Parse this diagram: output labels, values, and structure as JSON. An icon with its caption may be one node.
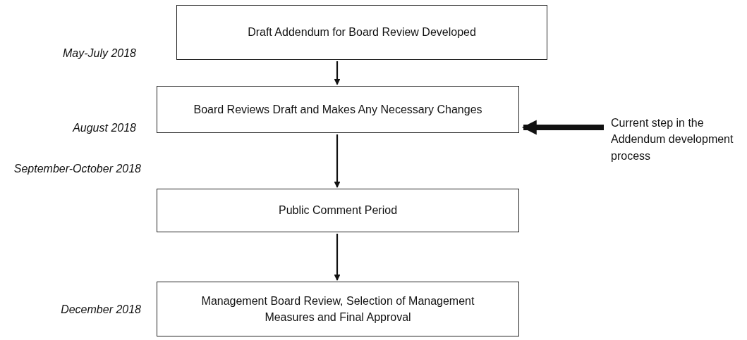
{
  "diagram": {
    "nodes": [
      {
        "text": [
          "Draft Addendum for Board Review Developed"
        ],
        "beside": [
          "May-July 2018"
        ]
      },
      {
        "text": [
          "Board Reviews Draft and Makes Any Necessary Changes"
        ],
        "beside": [
          "August 2018"
        ]
      },
      {
        "text": [
          "Public Comment Period"
        ],
        "beside": [
          "September-October 2018"
        ]
      },
      {
        "text": [
          "Management Board Review, Selection of Management Measures and Final Approval"
        ],
        "beside": [
          "December 2018"
        ]
      },
      {
        "text": [
          "Current step in the Addendum development process"
        ]
      }
    ],
    "edges": [
      {
        "from": 0,
        "to": 1,
        "arrow": "to"
      },
      {
        "from": 1,
        "to": 2,
        "arrow": "to"
      },
      {
        "from": 2,
        "to": 3,
        "arrow": "to"
      },
      {
        "from": 4,
        "to": 1,
        "arrow": "to",
        "style": "thick"
      }
    ]
  }
}
